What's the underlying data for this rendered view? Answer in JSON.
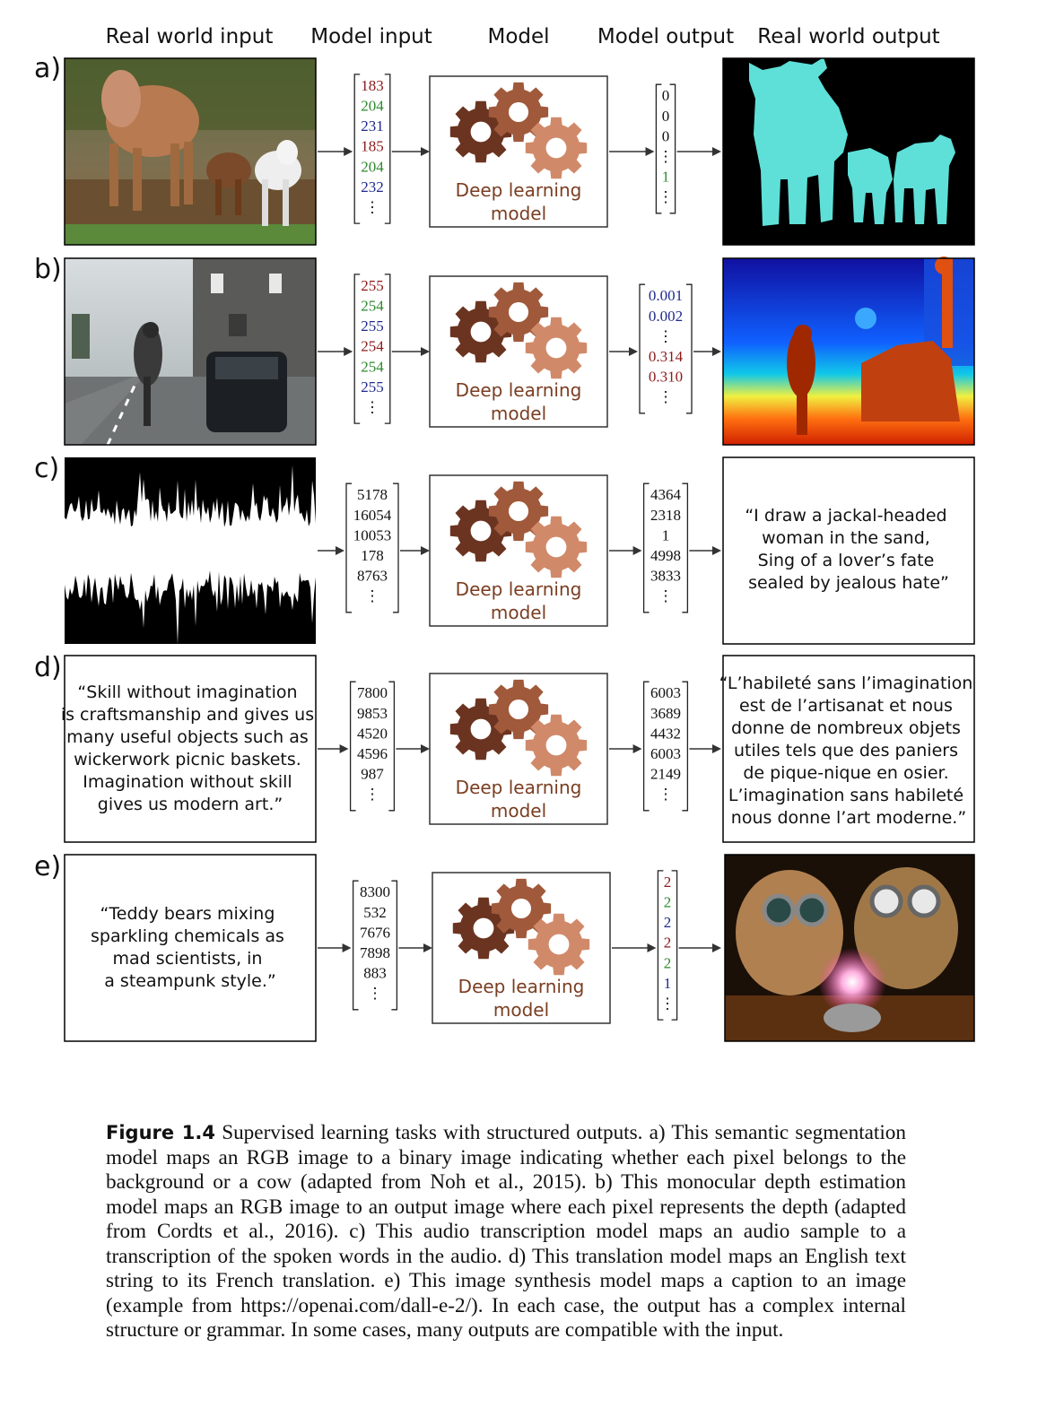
{
  "columns": [
    "Real world input",
    "Model input",
    "Model",
    "Model output",
    "Real world output"
  ],
  "model_label_line1": "Deep learning",
  "model_label_line2": "model",
  "colors": {
    "red": "#8b1a1a",
    "green": "#2e8a2e",
    "blue": "#1f2a8a",
    "black": "#111111",
    "gear_dark": "#6b3420",
    "gear_mid": "#a0593a",
    "gear_light": "#d08a6a"
  },
  "rows": [
    {
      "label": "a)",
      "input_kind": "cow-photo",
      "model_input": [
        {
          "v": "183",
          "c": "red"
        },
        {
          "v": "204",
          "c": "green"
        },
        {
          "v": "231",
          "c": "blue"
        },
        {
          "v": "185",
          "c": "red"
        },
        {
          "v": "204",
          "c": "green"
        },
        {
          "v": "232",
          "c": "blue"
        },
        {
          "v": "⋮",
          "c": "black"
        }
      ],
      "model_output": [
        {
          "v": "0",
          "c": "black"
        },
        {
          "v": "0",
          "c": "black"
        },
        {
          "v": "0",
          "c": "black"
        },
        {
          "v": "⋮",
          "c": "black"
        },
        {
          "v": "1",
          "c": "green"
        },
        {
          "v": "⋮",
          "c": "black"
        }
      ],
      "output_kind": "segmentation-mask"
    },
    {
      "label": "b)",
      "input_kind": "street-photo",
      "model_input": [
        {
          "v": "255",
          "c": "red"
        },
        {
          "v": "254",
          "c": "green"
        },
        {
          "v": "255",
          "c": "blue"
        },
        {
          "v": "254",
          "c": "red"
        },
        {
          "v": "254",
          "c": "green"
        },
        {
          "v": "255",
          "c": "blue"
        },
        {
          "v": "⋮",
          "c": "black"
        }
      ],
      "model_output": [
        {
          "v": "0.001",
          "c": "blue"
        },
        {
          "v": "0.002",
          "c": "blue"
        },
        {
          "v": "⋮",
          "c": "black"
        },
        {
          "v": "0.314",
          "c": "red"
        },
        {
          "v": "0.310",
          "c": "red"
        },
        {
          "v": "⋮",
          "c": "black"
        }
      ],
      "output_kind": "depth-map"
    },
    {
      "label": "c)",
      "input_kind": "audio-waveform",
      "model_input": [
        {
          "v": "5178",
          "c": "black"
        },
        {
          "v": "16054",
          "c": "black"
        },
        {
          "v": "10053",
          "c": "black"
        },
        {
          "v": "178",
          "c": "black"
        },
        {
          "v": "8763",
          "c": "black"
        },
        {
          "v": "⋮",
          "c": "black"
        }
      ],
      "model_output": [
        {
          "v": "4364",
          "c": "black"
        },
        {
          "v": "2318",
          "c": "black"
        },
        {
          "v": "1",
          "c": "black"
        },
        {
          "v": "4998",
          "c": "black"
        },
        {
          "v": "3833",
          "c": "black"
        },
        {
          "v": "⋮",
          "c": "black"
        }
      ],
      "output_text": [
        "“I draw a jackal-headed",
        "woman in the sand,",
        "Sing of a lover’s fate",
        "sealed by jealous hate”"
      ]
    },
    {
      "label": "d)",
      "input_text": [
        "“Skill without imagination",
        "is craftsmanship and gives us",
        "many useful objects such as",
        "wickerwork picnic baskets.",
        "Imagination without skill",
        "gives us modern art.”"
      ],
      "model_input": [
        {
          "v": "7800",
          "c": "black"
        },
        {
          "v": "9853",
          "c": "black"
        },
        {
          "v": "4520",
          "c": "black"
        },
        {
          "v": "4596",
          "c": "black"
        },
        {
          "v": "987",
          "c": "black"
        },
        {
          "v": "⋮",
          "c": "black"
        }
      ],
      "model_output": [
        {
          "v": "6003",
          "c": "black"
        },
        {
          "v": "3689",
          "c": "black"
        },
        {
          "v": "4432",
          "c": "black"
        },
        {
          "v": "6003",
          "c": "black"
        },
        {
          "v": "2149",
          "c": "black"
        },
        {
          "v": "⋮",
          "c": "black"
        }
      ],
      "output_text": [
        "“L’habileté sans l’imagination",
        "est de l’artisanat et nous",
        "donne de nombreux objets",
        "utiles tels que des paniers",
        "de pique-nique en osier.",
        "L’imagination sans habileté",
        "nous donne l’art moderne.”"
      ]
    },
    {
      "label": "e)",
      "input_text": [
        "“Teddy bears mixing",
        "sparkling chemicals as",
        "mad scientists, in",
        "a steampunk style.”"
      ],
      "model_input": [
        {
          "v": "8300",
          "c": "black"
        },
        {
          "v": "532",
          "c": "black"
        },
        {
          "v": "7676",
          "c": "black"
        },
        {
          "v": "7898",
          "c": "black"
        },
        {
          "v": "883",
          "c": "black"
        },
        {
          "v": "⋮",
          "c": "black"
        }
      ],
      "model_output": [
        {
          "v": "2",
          "c": "red"
        },
        {
          "v": "2",
          "c": "green"
        },
        {
          "v": "2",
          "c": "blue"
        },
        {
          "v": "2",
          "c": "red"
        },
        {
          "v": "2",
          "c": "green"
        },
        {
          "v": "1",
          "c": "blue"
        },
        {
          "v": "⋮",
          "c": "black"
        }
      ],
      "output_kind": "teddy-bears-image"
    }
  ],
  "caption": {
    "label": "Figure 1.4",
    "text": "Supervised learning tasks with structured outputs. a) This semantic segmentation model maps an RGB image to a binary image indicating whether each pixel belongs to the background or a cow (adapted from Noh et al., 2015). b) This monocular depth estimation model maps an RGB image to an output image where each pixel represents the depth (adapted from Cordts et al., 2016). c) This audio transcription model maps an audio sample to a transcription of the spoken words in the audio. d) This translation model maps an English text string to its French translation. e) This image synthesis model maps a caption to an image (example from https://openai.com/dall-e-2/). In each case, the output has a complex internal structure or grammar. In some cases, many outputs are compatible with the input."
  }
}
